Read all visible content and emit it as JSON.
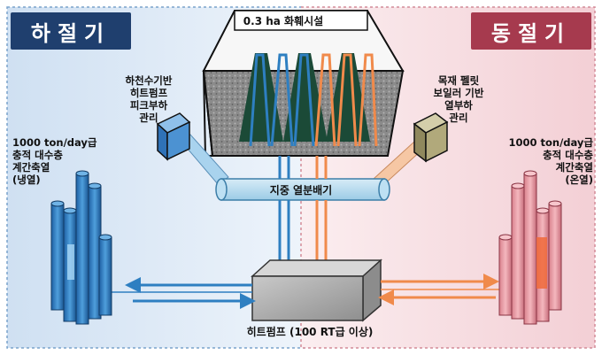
{
  "left_title": "하절기",
  "right_title": "동절기",
  "greenhouse_title": "0.3 ha 화훼시설",
  "pipe_label": "지중 열분배기",
  "heat_pump_label": "히트펌프 (100 RT급 이상)",
  "left_unit_label": "하천수기반\n히트펌프\n피크부하\n관리",
  "right_unit_label": "목재 펠릿\n보일러 기반\n열부하\n관리",
  "left_storage_label": "1000 ton/day급\n충적 대수층\n계간축열\n(냉열)",
  "right_storage_label": "1000 ton/day급\n충적 대수층\n계간축열\n(온열)",
  "colors": {
    "left_tag": "#1f3f6e",
    "right_tag": "#a63a4e",
    "cold": "#2e7fc1",
    "warm": "#f08a4b",
    "left_bg": "#dbe8f5",
    "right_bg": "#f7dfe2"
  }
}
